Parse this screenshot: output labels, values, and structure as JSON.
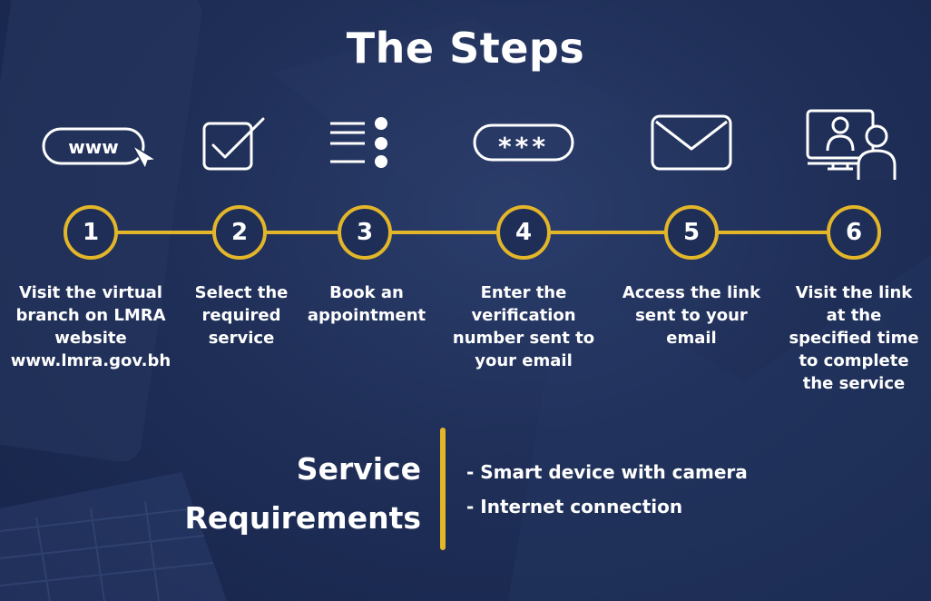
{
  "title": "The Steps",
  "steps": [
    {
      "number": "1",
      "icon": "www-cursor-icon",
      "label": "Visit the virtual\nbranch on LMRA\nwebsite\nwww.lmra.gov.bh"
    },
    {
      "number": "2",
      "icon": "checkbox-icon",
      "label": "Select the\nrequired\nservice"
    },
    {
      "number": "3",
      "icon": "list-icon",
      "label": "Book an\nappointment"
    },
    {
      "number": "4",
      "icon": "password-field-icon",
      "label": "Enter the\nverification\nnumber sent to\nyour email"
    },
    {
      "number": "5",
      "icon": "envelope-icon",
      "label": "Access the link\nsent to your\nemail"
    },
    {
      "number": "6",
      "icon": "video-call-icon",
      "label": "Visit the link\nat the\nspecified time\nto complete\nthe service"
    }
  ],
  "www_text": "www",
  "password_text": "***",
  "requirements": {
    "heading": "Service\nRequirements",
    "items": [
      "- Smart device with camera",
      "- Internet connection"
    ]
  },
  "colors": {
    "accent": "#e3b62a",
    "background": "#1f2f58",
    "text": "#ffffff"
  }
}
